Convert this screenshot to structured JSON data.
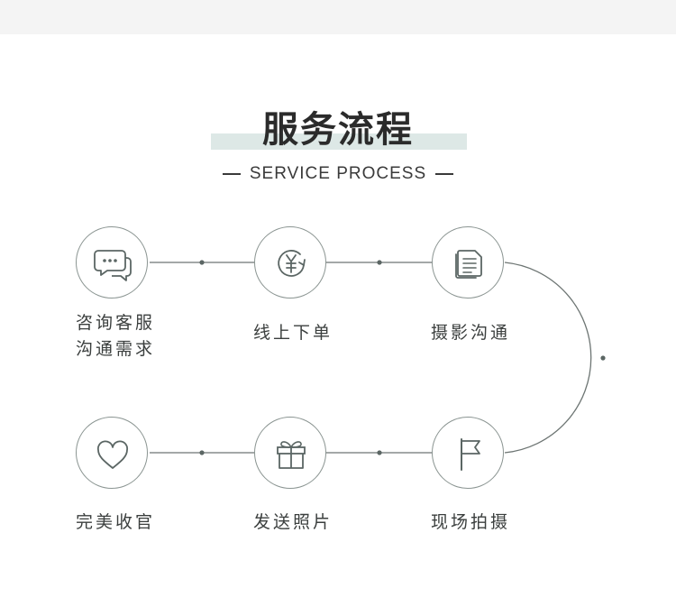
{
  "header": {
    "title": "服务流程",
    "subtitle": "SERVICE PROCESS"
  },
  "colors": {
    "accent_highlight": "#dde8e6",
    "line": "#6d7573",
    "circle_border": "#8a9491",
    "icon": "#5b6664",
    "text": "#3b3f3e"
  },
  "steps": [
    {
      "icon": "chat-bubbles-icon",
      "lines": [
        "咨询客服",
        "沟通需求"
      ]
    },
    {
      "icon": "yen-coin-icon",
      "lines": [
        "线上下单"
      ]
    },
    {
      "icon": "documents-icon",
      "lines": [
        "摄影沟通"
      ]
    },
    {
      "icon": "flag-icon",
      "lines": [
        "现场拍摄"
      ]
    },
    {
      "icon": "gift-icon",
      "lines": [
        "发送照片"
      ]
    },
    {
      "icon": "heart-icon",
      "lines": [
        "完美收官"
      ]
    }
  ]
}
